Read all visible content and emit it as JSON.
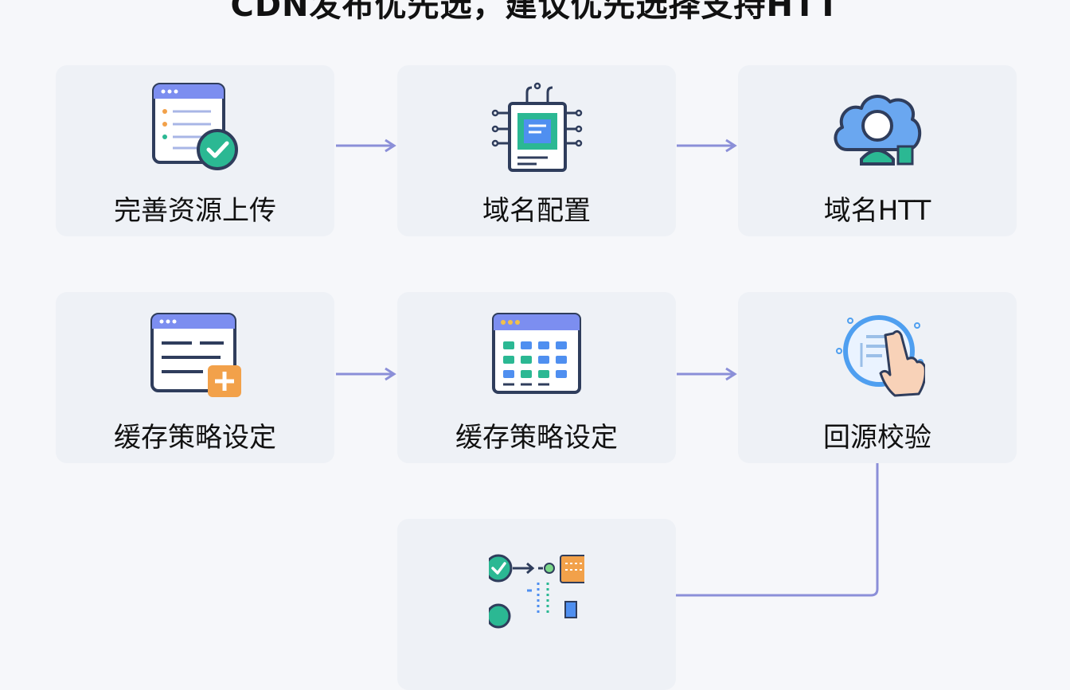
{
  "title": "CDN发布优先选，建议优先选择支持HTT",
  "steps": [
    {
      "label": "完善资源上传",
      "icon": "document-check-icon"
    },
    {
      "label": "域名配置",
      "icon": "chip-config-icon"
    },
    {
      "label": "域名HTT",
      "icon": "cloud-user-icon"
    },
    {
      "label": "缓存策略设定",
      "icon": "document-add-icon"
    },
    {
      "label": "缓存策略设定",
      "icon": "grid-window-icon"
    },
    {
      "label": "回源校验",
      "icon": "touch-verify-icon"
    },
    {
      "label": "",
      "icon": "workflow-icon"
    }
  ],
  "colors": {
    "card": "#eef1f6",
    "arrow": "#8b8fd8",
    "blue": "#5f8fe8",
    "green": "#2bb893",
    "orange": "#f2a14a",
    "navy": "#2f3d5c"
  }
}
